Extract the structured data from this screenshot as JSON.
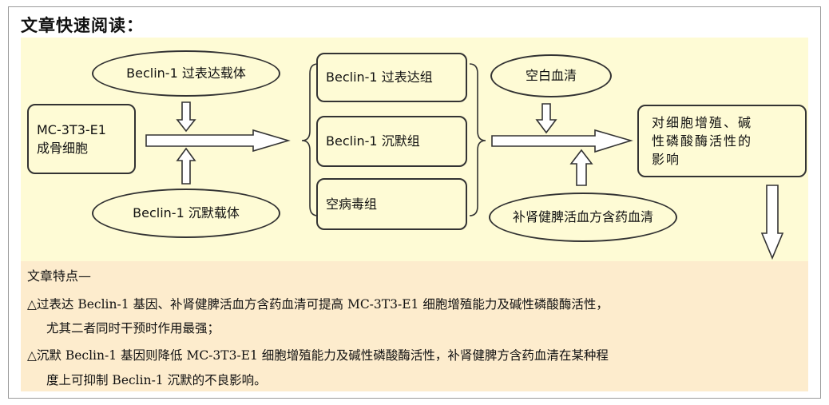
{
  "heading": "文章快速阅读：",
  "diagram": {
    "overexpression_vector": "Beclin-1 过表达载体",
    "silencing_vector": "Beclin-1 沉默载体",
    "cell_line": "MC-3T3-E1\n成骨细胞",
    "groups": [
      "Beclin-1 过表达组",
      "Beclin-1 沉默组",
      "空病毒组"
    ],
    "blank_serum": "空白血清",
    "herbal_serum": "补肾健脾活血方含药血清",
    "outcome": "对细胞增殖、碱\n性磷酸酶活性的\n影响"
  },
  "features": {
    "title": "文章特点—",
    "lines": [
      "△过表达 Beclin-1 基因、补肾健脾活血方含药血清可提高 MC-3T3-E1 细胞增殖能力及碱性磷酸酶活性，",
      "尤其二者同时干预时作用最强；",
      "△沉默 Beclin-1 基因则降低 MC-3T3-E1 细胞增殖能力及碱性磷酸酶活性，补肾健脾方含药血清在某种程",
      "度上可抑制 Beclin-1 沉默的不良影响。"
    ]
  }
}
